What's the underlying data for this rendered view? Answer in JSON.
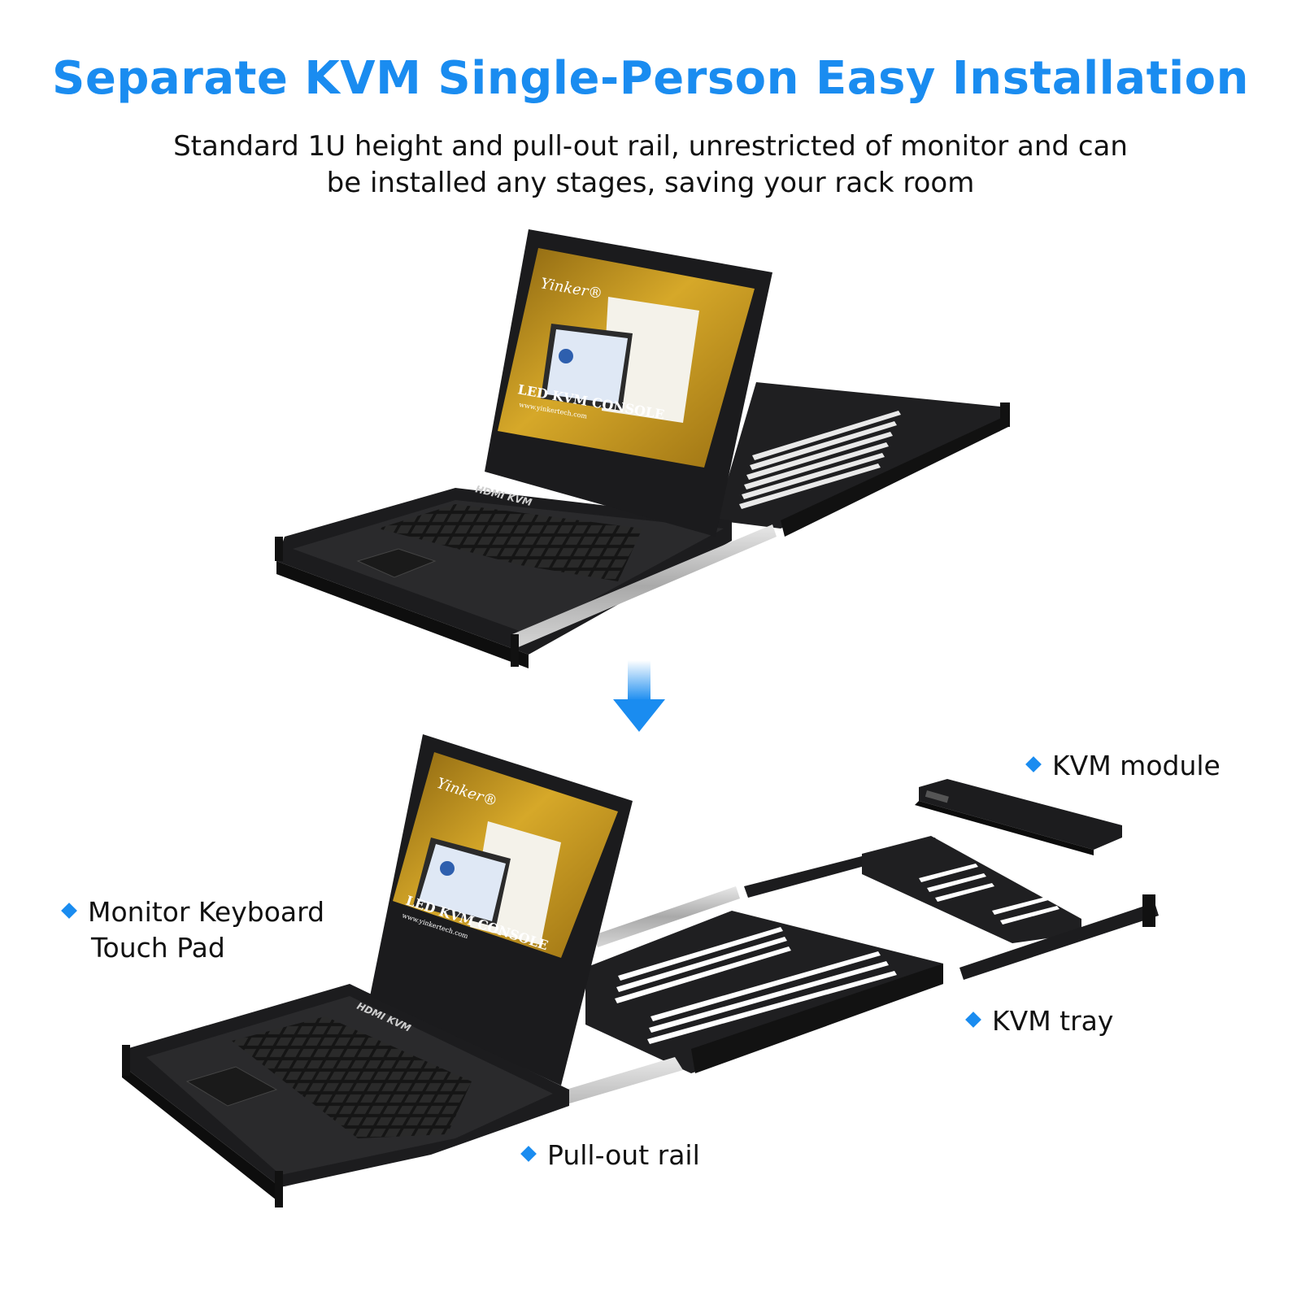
{
  "header": {
    "title": "Separate KVM Single-Person Easy Installation",
    "subtitle_line1": "Standard 1U height and pull-out rail, unrestricted of monitor and can",
    "subtitle_line2": "be installed any stages, saving your rack room"
  },
  "screen": {
    "brand": "Yinker®",
    "product": "LED KVM CONSOLE",
    "site": "www.yinkertech.com"
  },
  "console": {
    "panel_label": "HDMI KVM"
  },
  "callouts": {
    "kvm_module": "KVM module",
    "monitor_line1": "Monitor Keyboard",
    "monitor_line2": "Touch Pad",
    "kvm_tray": "KVM tray",
    "pull_out_rail": "Pull-out rail"
  },
  "colors": {
    "accent": "#1a8cf0",
    "device": "#1c1c1e",
    "screen_gold": "#c99a1e"
  }
}
